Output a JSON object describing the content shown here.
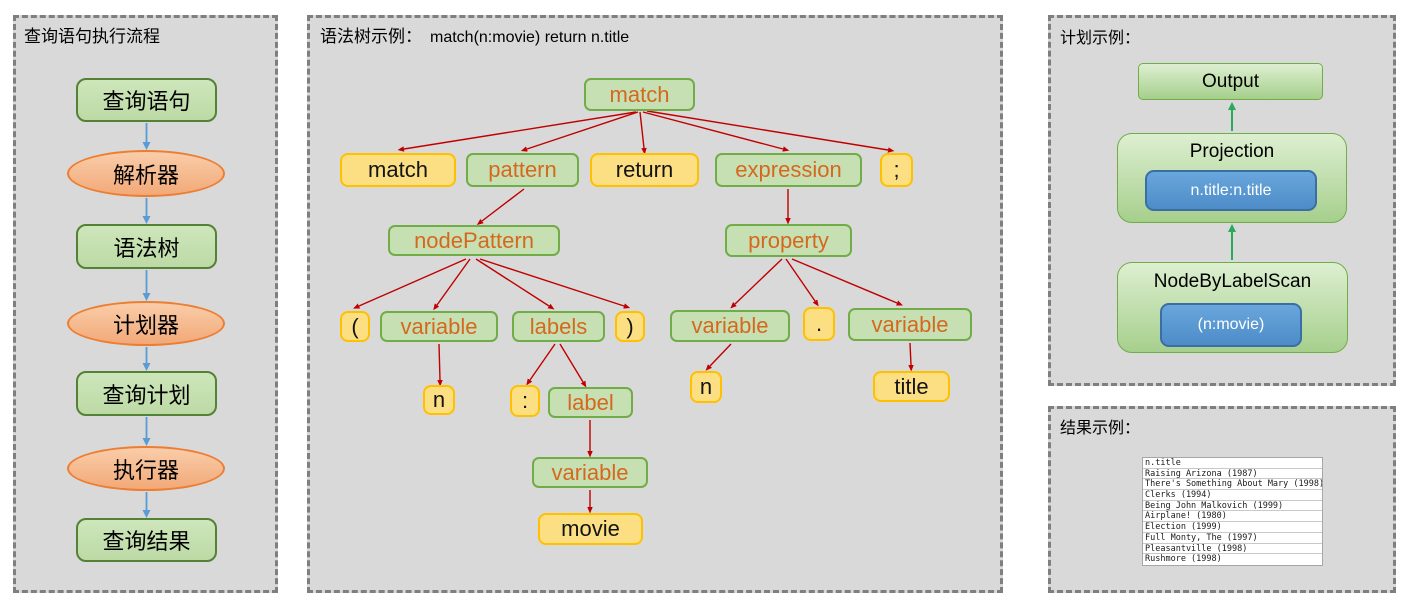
{
  "colors": {
    "panel_bg": "#d9d9d9",
    "panel_border": "#7f7f7f",
    "flow_box_fill": "#c6e0b4",
    "flow_box_border": "#538135",
    "flow_ellipse_fill": "#f4b183",
    "flow_ellipse_border": "#ed7d31",
    "flow_arrow": "#5b9bd5",
    "rule_node_fill": "#c6e0b4",
    "rule_node_border": "#70ad47",
    "rule_node_text": "#d6681e",
    "token_node_fill": "#fcdf82",
    "token_node_border": "#ffc000",
    "tree_arrow": "#c00000",
    "plan_inner_fill": "#5b9bd5",
    "plan_arrow": "#27ab58"
  },
  "flow_panel": {
    "title": "查询语句执行流程",
    "steps": [
      {
        "label": "查询语句",
        "shape": "rect"
      },
      {
        "label": "解析器",
        "shape": "ellipse"
      },
      {
        "label": "语法树",
        "shape": "rect"
      },
      {
        "label": "计划器",
        "shape": "ellipse"
      },
      {
        "label": "查询计划",
        "shape": "rect"
      },
      {
        "label": "执行器",
        "shape": "ellipse"
      },
      {
        "label": "查询结果",
        "shape": "rect"
      }
    ]
  },
  "syntax_panel": {
    "title": "语法树示例：",
    "query": "match(n:movie) return n.title",
    "nodes": [
      {
        "id": "root",
        "label": "match",
        "kind": "rule"
      },
      {
        "id": "kw_match",
        "label": "match",
        "kind": "token"
      },
      {
        "id": "pattern",
        "label": "pattern",
        "kind": "rule"
      },
      {
        "id": "kw_return",
        "label": "return",
        "kind": "token"
      },
      {
        "id": "expression",
        "label": "expression",
        "kind": "rule"
      },
      {
        "id": "semicolon",
        "label": ";",
        "kind": "token"
      },
      {
        "id": "nodePattern",
        "label": "nodePattern",
        "kind": "rule"
      },
      {
        "id": "property",
        "label": "property",
        "kind": "rule"
      },
      {
        "id": "lparen",
        "label": "(",
        "kind": "token"
      },
      {
        "id": "variable1",
        "label": "variable",
        "kind": "rule"
      },
      {
        "id": "labels",
        "label": "labels",
        "kind": "rule"
      },
      {
        "id": "rparen",
        "label": ")",
        "kind": "token"
      },
      {
        "id": "variable2",
        "label": "variable",
        "kind": "rule"
      },
      {
        "id": "dot",
        "label": ".",
        "kind": "token"
      },
      {
        "id": "variable3",
        "label": "variable",
        "kind": "rule"
      },
      {
        "id": "n1",
        "label": "n",
        "kind": "token"
      },
      {
        "id": "colon",
        "label": ":",
        "kind": "token"
      },
      {
        "id": "label",
        "label": "label",
        "kind": "rule"
      },
      {
        "id": "n2",
        "label": "n",
        "kind": "token"
      },
      {
        "id": "title",
        "label": "title",
        "kind": "token"
      },
      {
        "id": "variable4",
        "label": "variable",
        "kind": "rule"
      },
      {
        "id": "movie",
        "label": "movie",
        "kind": "token"
      }
    ],
    "edges": [
      [
        "root",
        "kw_match"
      ],
      [
        "root",
        "pattern"
      ],
      [
        "root",
        "kw_return"
      ],
      [
        "root",
        "expression"
      ],
      [
        "root",
        "semicolon"
      ],
      [
        "pattern",
        "nodePattern"
      ],
      [
        "expression",
        "property"
      ],
      [
        "nodePattern",
        "lparen"
      ],
      [
        "nodePattern",
        "variable1"
      ],
      [
        "nodePattern",
        "labels"
      ],
      [
        "nodePattern",
        "rparen"
      ],
      [
        "variable1",
        "n1"
      ],
      [
        "labels",
        "colon"
      ],
      [
        "labels",
        "label"
      ],
      [
        "label",
        "variable4"
      ],
      [
        "variable4",
        "movie"
      ],
      [
        "property",
        "variable2"
      ],
      [
        "property",
        "dot"
      ],
      [
        "property",
        "variable3"
      ],
      [
        "variable2",
        "n2"
      ],
      [
        "variable3",
        "title"
      ]
    ]
  },
  "plan_panel": {
    "title": "计划示例：",
    "output": "Output",
    "projection": "Projection",
    "projection_expr": "n.title:n.title",
    "scan": "NodeByLabelScan",
    "scan_expr": "(n:movie)"
  },
  "result_panel": {
    "title": "结果示例：",
    "rows": [
      "n.title",
      "Raising Arizona (1987)",
      "There's Something About Mary (1998)",
      "Clerks (1994)",
      "Being John Malkovich (1999)",
      "Airplane! (1980)",
      "Election (1999)",
      "Full Monty, The (1997)",
      "Pleasantville (1998)",
      "Rushmore (1998)"
    ]
  }
}
